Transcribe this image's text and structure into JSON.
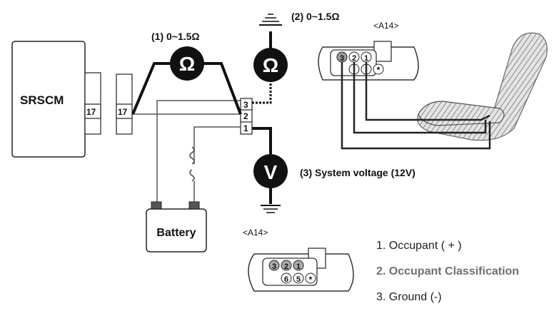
{
  "module": {
    "name": "SRSCM",
    "pin": "17"
  },
  "harness_pin": "17",
  "junction_pins": [
    "3",
    "2",
    "1"
  ],
  "battery": {
    "label": "Battery"
  },
  "meters": {
    "m1": {
      "symbol": "Ω",
      "label": "(1) 0~1.5Ω"
    },
    "m2": {
      "symbol": "Ω",
      "label": "(2) 0~1.5Ω"
    },
    "m3": {
      "symbol": "V",
      "label": "(3) System voltage (12V)"
    }
  },
  "connector_top": {
    "name": "<A14>",
    "row1": [
      "3",
      "2",
      "1"
    ],
    "row2": [
      "",
      "",
      "*"
    ]
  },
  "connector_bottom": {
    "name": "<A14>",
    "row1": [
      "3",
      "2",
      "1"
    ],
    "row2": [
      "6",
      "5",
      "*"
    ]
  },
  "legend": [
    {
      "text": "1. Occupant ( + )",
      "color": "#222222"
    },
    {
      "text": "2. Occupant Classification",
      "color": "#6f6f6f"
    },
    {
      "text": "3. Ground (-)",
      "color": "#222222"
    }
  ]
}
